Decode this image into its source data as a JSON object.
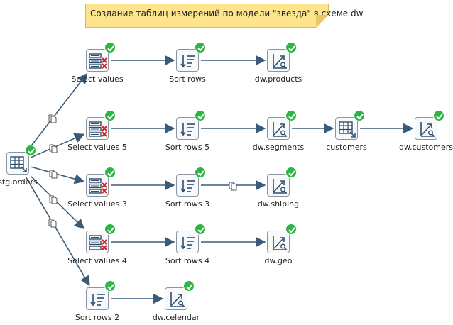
{
  "note": {
    "text": "Создание таблиц измерений по модели \"звезда\" в схеме dw"
  },
  "steps": [
    {
      "id": "stg_orders",
      "label": "stg.orders",
      "type": "table-input"
    },
    {
      "id": "sv1",
      "label": "Select values",
      "type": "select-values"
    },
    {
      "id": "sr1",
      "label": "Sort rows",
      "type": "sort-rows"
    },
    {
      "id": "o1",
      "label": "dw.products",
      "type": "table-output"
    },
    {
      "id": "sv5",
      "label": "Select values 5",
      "type": "select-values"
    },
    {
      "id": "sr5",
      "label": "Sort rows 5",
      "type": "sort-rows"
    },
    {
      "id": "o2",
      "label": "dw.segments",
      "type": "table-output"
    },
    {
      "id": "cust",
      "label": "customers",
      "type": "table-input"
    },
    {
      "id": "o3",
      "label": "dw.customers",
      "type": "table-output"
    },
    {
      "id": "sv3",
      "label": "Select values 3",
      "type": "select-values"
    },
    {
      "id": "sr3",
      "label": "Sort rows 3",
      "type": "sort-rows"
    },
    {
      "id": "o4",
      "label": "dw.shiping",
      "type": "table-output"
    },
    {
      "id": "sv4",
      "label": "Select values 4",
      "type": "select-values"
    },
    {
      "id": "sr4",
      "label": "Sort rows 4",
      "type": "sort-rows"
    },
    {
      "id": "o5",
      "label": "dw.geo",
      "type": "table-output"
    },
    {
      "id": "sr2",
      "label": "Sort rows 2",
      "type": "sort-rows"
    },
    {
      "id": "o6",
      "label": "dw.celendar",
      "type": "table-output"
    }
  ],
  "hops": [
    {
      "from": "stg_orders",
      "to": "sv1",
      "copy": true
    },
    {
      "from": "stg_orders",
      "to": "sv5",
      "copy": true
    },
    {
      "from": "stg_orders",
      "to": "sv3",
      "copy": true
    },
    {
      "from": "stg_orders",
      "to": "sv4",
      "copy": true
    },
    {
      "from": "stg_orders",
      "to": "sr2",
      "copy": true
    },
    {
      "from": "sv1",
      "to": "sr1"
    },
    {
      "from": "sr1",
      "to": "o1"
    },
    {
      "from": "sv5",
      "to": "sr5"
    },
    {
      "from": "sr5",
      "to": "o2"
    },
    {
      "from": "o2",
      "to": "cust"
    },
    {
      "from": "cust",
      "to": "o3"
    },
    {
      "from": "sv3",
      "to": "sr3"
    },
    {
      "from": "sr3",
      "to": "o4",
      "copy": true
    },
    {
      "from": "sv4",
      "to": "sr4"
    },
    {
      "from": "sr4",
      "to": "o5"
    },
    {
      "from": "sr2",
      "to": "o6"
    }
  ],
  "colors": {
    "hop": "#3a5a7a",
    "ok": "#2fb545",
    "note": "#fde48d",
    "icon": "#2e4d6b",
    "cross": "#d02020"
  }
}
